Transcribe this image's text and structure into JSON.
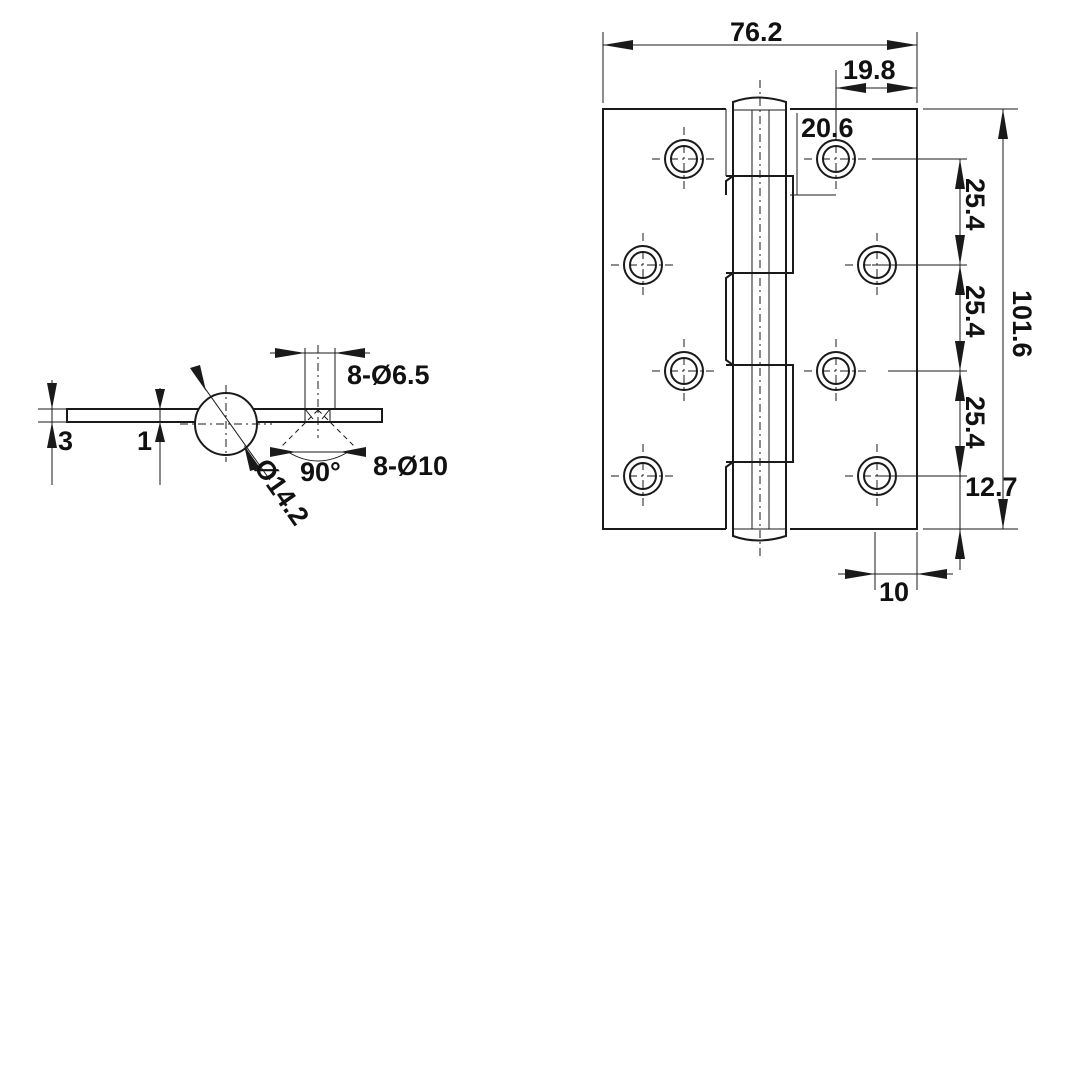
{
  "colors": {
    "ink": "#1a1a1a",
    "background": "#ffffff"
  },
  "side_view": {
    "thickness_label": "3",
    "leaf_thickness_label": "1",
    "hole_label": "8-Ø6.5",
    "countersink_label": "8-Ø10",
    "angle_label": "90°",
    "knuckle_label": "Ø14.2"
  },
  "front_view": {
    "width_label": "76.2",
    "edge_to_hole_label": "19.8",
    "knuckle_width_label": "20.6",
    "height_label": "101.6",
    "pitch_labels": [
      "25.4",
      "25.4",
      "25.4"
    ],
    "bottom_edge_label": "12.7",
    "side_edge_label": "10"
  }
}
